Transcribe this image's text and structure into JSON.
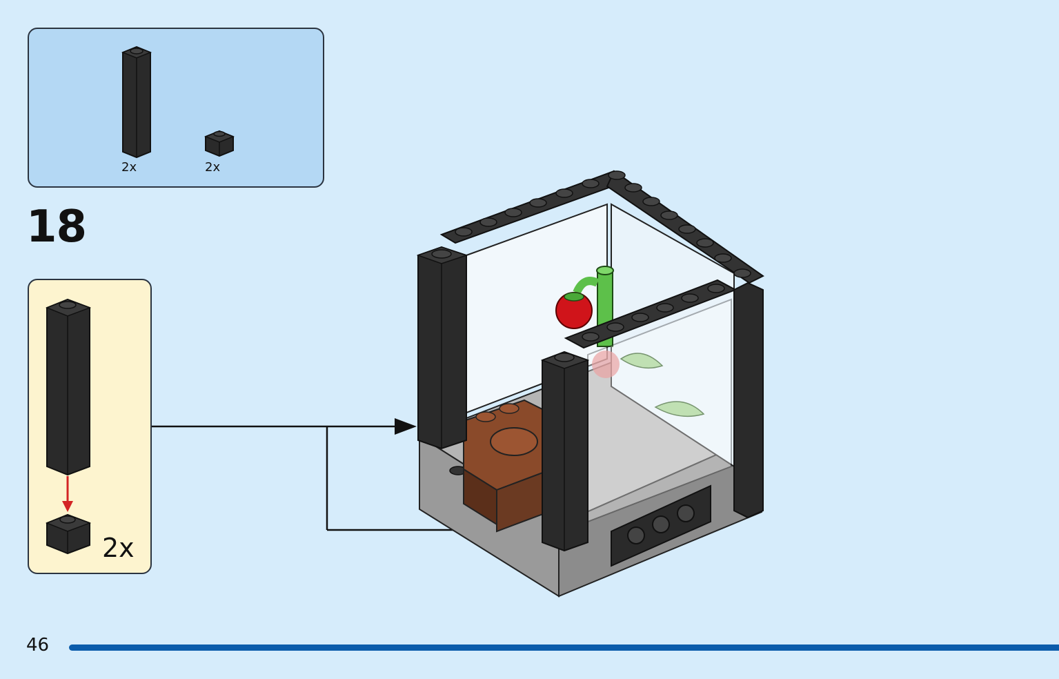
{
  "parts_list": [
    {
      "name": "black-brick-1x1x5",
      "quantity": "2x"
    },
    {
      "name": "black-brick-1x1",
      "quantity": "2x"
    }
  ],
  "step": {
    "number": "18"
  },
  "callout": {
    "quantity": "2x"
  },
  "footer": {
    "page_number": "46"
  },
  "colors": {
    "background": "#d6ecfb",
    "parts_box": "#b4d8f4",
    "callout_box": "#fdf4cf",
    "progress_bar": "#0b5cab",
    "black_brick": "#2a2a2a",
    "grey_plate": "#9a9a9a",
    "brown": "#6b3a22",
    "green": "#5dc04a",
    "red": "#d0141a",
    "arrow_red": "#d32424"
  }
}
